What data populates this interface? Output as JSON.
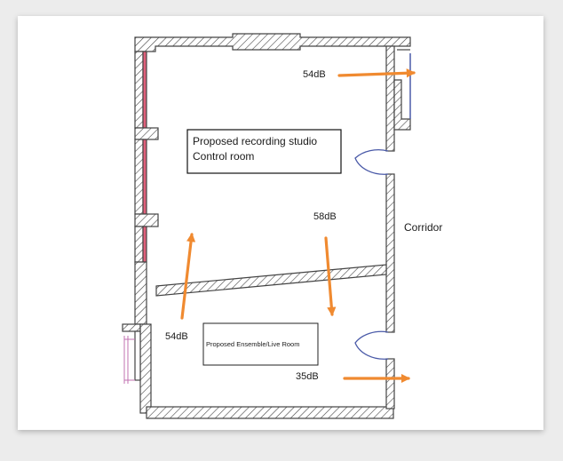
{
  "labels": {
    "control_room_line1": "Proposed recording studio",
    "control_room_line2": "Control room",
    "live_room": "Proposed Ensemble/Live Room",
    "corridor": "Corridor"
  },
  "sound_levels": {
    "top_right": "54dB",
    "middle": "58dB",
    "left_lower": "54dB",
    "bottom_right": "35dB"
  },
  "colors": {
    "arrow": "#f08a30",
    "wall_hatch": "#444444",
    "window_pink": "#e0607a",
    "door": "#4a5aa8"
  }
}
